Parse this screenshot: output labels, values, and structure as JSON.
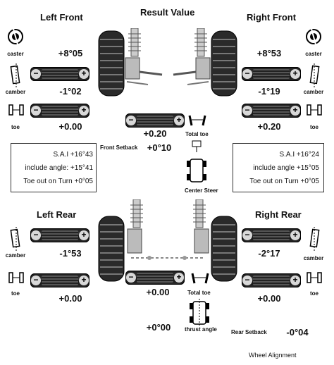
{
  "title": "Result Value",
  "footer": "Wheel Alignment",
  "left_front": {
    "heading": "Left Front",
    "caster_label": "caster",
    "caster_value": "+8°05",
    "camber_label": "camber",
    "camber_value": "-1°02",
    "toe_label": "toe",
    "toe_value": "+0.00"
  },
  "right_front": {
    "heading": "Right Front",
    "caster_label": "caster",
    "caster_value": "+8°53",
    "camber_label": "camber",
    "camber_value": "-1°19",
    "toe_label": "toe",
    "toe_value": "+0.20"
  },
  "front_center": {
    "total_toe_value": "+0.20",
    "total_toe_label": "Total toe",
    "setback_label": "Front Setback",
    "setback_value": "+0°10",
    "center_steer_label": "Center Steer"
  },
  "left_info": {
    "sai": "S.A.I +16°43",
    "include_angle": "include angle: +15°41",
    "toe_out": "Toe out on Turn  +0°05"
  },
  "right_info": {
    "sai": "S.A.I +16°24",
    "include_angle": "include angle +15°05",
    "toe_out": "Toe out on Turn  +0°05"
  },
  "left_rear": {
    "heading": "Left Rear",
    "camber_label": "camber",
    "camber_value": "-1°53",
    "toe_label": "toe",
    "toe_value": "+0.00"
  },
  "right_rear": {
    "heading": "Right Rear",
    "camber_label": "camber",
    "camber_value": "-2°17",
    "toe_label": "toe",
    "toe_value": "+0.00"
  },
  "rear_center": {
    "total_toe_value": "+0.00",
    "total_toe_label": "Total toe",
    "thrust_angle_value": "+0°00",
    "thrust_angle_label": "thrust angle",
    "setback_label": "Rear Setback",
    "setback_value": "-0°04"
  },
  "icons": [
    "caster-icon",
    "camber-icon",
    "toe-icon",
    "wheel-icon",
    "suspension-strut-icon",
    "car-topview-icon"
  ],
  "colors": {
    "gauge": "#1b1b1b",
    "ink": "#111111"
  }
}
